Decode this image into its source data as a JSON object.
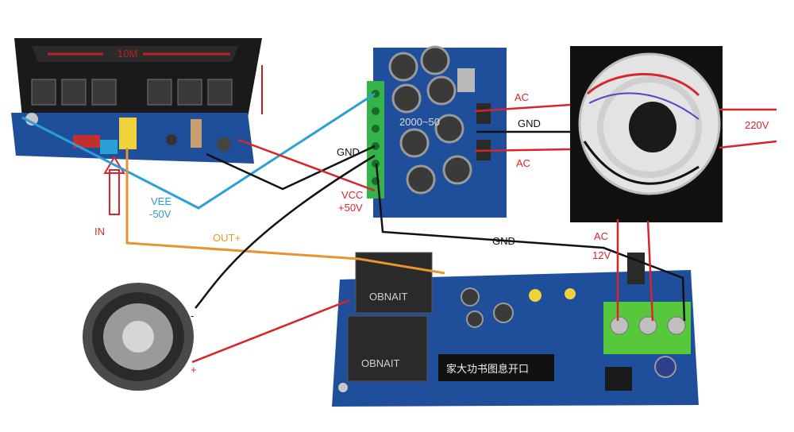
{
  "labels": {
    "ac_top": "AC",
    "gnd_top": "GND",
    "ac_bottom": "AC",
    "mains": "220V",
    "gnd_left": "GND",
    "vcc": "VCC",
    "vcc_value": "+50V",
    "vee": "VEE",
    "vee_value": "-50V",
    "in": "IN",
    "out_plus": "OUT+",
    "gnd_mid": "GND",
    "ac_12v": "AC",
    "ac_12v_value": "12V",
    "speaker_minus": "-",
    "speaker_plus": "+",
    "heatsink_mark": "10M",
    "psu_board_mark": "2000~50",
    "protect_board_text": "家大功书图息开口",
    "relay_brand": "OBNAIT"
  },
  "colors": {
    "wire_red": "#d6262b",
    "wire_black": "#111111",
    "wire_blue": "#2a9fd8",
    "wire_orange": "#e8932e",
    "board_blue": "#1f4f9a",
    "terminal_green": "#34b44a"
  }
}
